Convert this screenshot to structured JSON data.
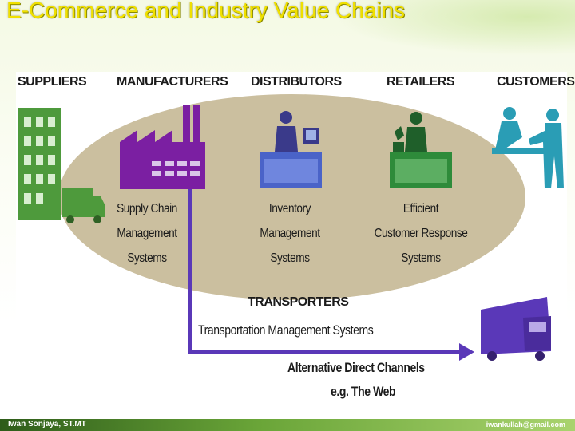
{
  "slide": {
    "title": "E-Commerce and Industry Value Chains"
  },
  "columns": {
    "suppliers": "SUPPLIERS",
    "manufacturers": "MANUFACTURERS",
    "distributors": "DISTRIBUTORS",
    "retailers": "RETAILERS",
    "customers": "CUSTOMERS"
  },
  "systems": {
    "scm": [
      "Supply Chain",
      "Management",
      "Systems"
    ],
    "inventory": [
      "Inventory",
      "Management",
      "Systems"
    ],
    "ecr": [
      "Efficient",
      "Customer Response",
      "Systems"
    ]
  },
  "transport": {
    "heading": "TRANSPORTERS",
    "system": "Transportation Management Systems"
  },
  "direct": {
    "line1": "Alternative Direct Channels",
    "line2": "e.g. The Web"
  },
  "footer": {
    "author": "Iwan Sonjaya, ST.MT",
    "email": "iwankullah@gmail.com"
  },
  "colors": {
    "title": "#f0e000",
    "ellipse": "#cbbf9f",
    "suppliers": "#4e9a3c",
    "manufacturers": "#7b1fa2",
    "distributors": "#4a63c8",
    "retailers": "#2e8b3a",
    "customers": "#2a9db5",
    "channel_arrow": "#5a38b8"
  },
  "icons": [
    "building-icon",
    "truck-icon",
    "factory-icon",
    "desk-worker-icon",
    "cashier-icon",
    "customer-service-icon",
    "delivery-truck-icon"
  ]
}
